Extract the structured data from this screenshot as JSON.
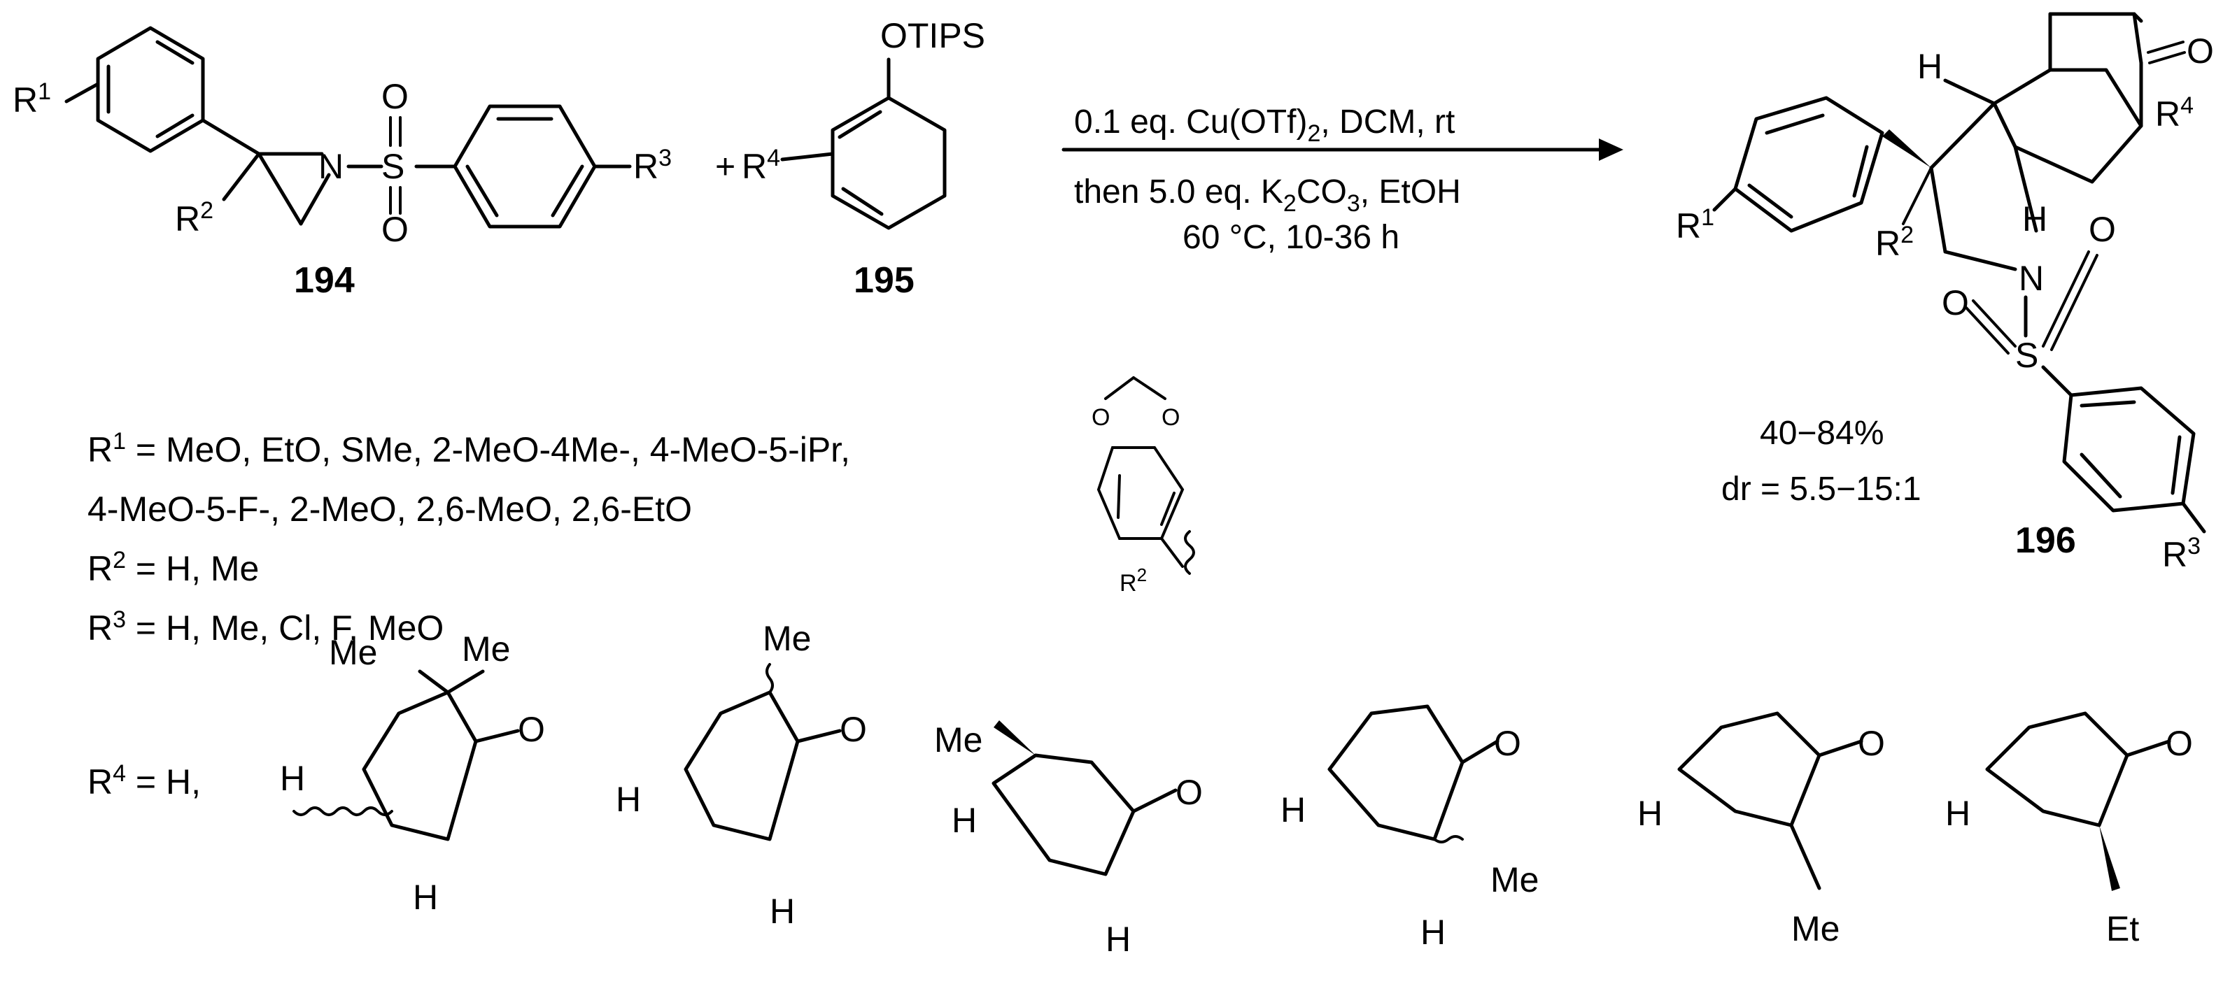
{
  "reaction": {
    "reagents_line1": "0.1 eq. Cu(OTf)2, DCM, rt",
    "conditions_line2": "then 5.0 eq. K2CO3, EtOH",
    "conditions_line3": "60 °C, 10-36 h",
    "plus": "+"
  },
  "compounds": {
    "aziridine_number": "194",
    "silyl_ether_number": "195",
    "product_number": "196"
  },
  "atom_labels": {
    "otips": "OTIPS",
    "N": "N",
    "S": "S",
    "O": "O",
    "H": "H"
  },
  "result": {
    "yield": "40−84%",
    "dr": "dr = 5.5−15:1"
  },
  "substituents": {
    "r1_line1": "R1 = MeO, EtO, SMe, 2-MeO-4Me-, 4-MeO-5-iPr,",
    "r1_line2": "4-MeO-5-F-, 2-MeO, 2,6-MeO, 2,6-EtO",
    "r2": "R2 = H, Me",
    "r3": "R3 = H, Me, Cl, F, MeO",
    "r4_prefix": "R4 = H,"
  },
  "fragment_labels": {
    "me": "Me",
    "et": "Et"
  }
}
